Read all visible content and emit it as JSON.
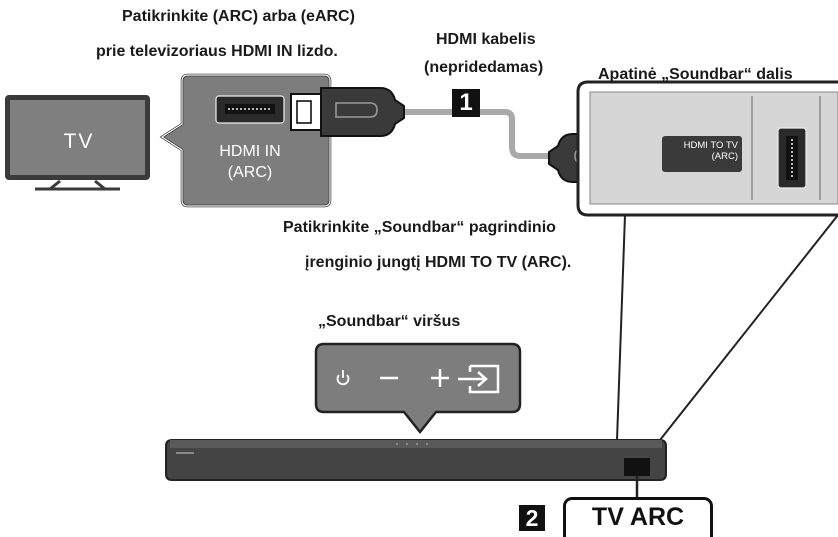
{
  "labels": {
    "check_tv_line1": "Patikrinkite (ARC) arba (eARC)",
    "check_tv_line2": "prie televizoriaus HDMI IN lizdo.",
    "cable_line1": "HDMI kabelis",
    "cable_line2": "(nepridedamas)",
    "soundbar_bottom": "Apatinė „Soundbar“ dalis",
    "check_soundbar_line1": "Patikrinkite „Soundbar“ pagrindinio",
    "check_soundbar_line2": "įrenginio jungtį HDMI TO TV (ARC).",
    "soundbar_top": "„Soundbar“ viršus"
  },
  "tv": {
    "label": "TV"
  },
  "tv_port": {
    "line1": "HDMI IN",
    "line2": "(ARC)"
  },
  "soundbar_port": {
    "line1": "HDMI TO TV",
    "line2": "(ARC)"
  },
  "steps": {
    "step1": "1",
    "step2": "2"
  },
  "tv_arc_label": "TV ARC",
  "buttons": [
    {
      "name": "power",
      "icon": "power-icon"
    },
    {
      "name": "volume-down",
      "icon": "minus-icon"
    },
    {
      "name": "volume-up",
      "icon": "plus-icon"
    },
    {
      "name": "source",
      "icon": "source-input-icon"
    }
  ],
  "colors": {
    "panel_gray": "#7d7d7d",
    "panel_light": "#d6d6d6",
    "device_dark": "#3a3a3a",
    "cable_gray": "#a9a9a9",
    "label_black": "#111111"
  }
}
